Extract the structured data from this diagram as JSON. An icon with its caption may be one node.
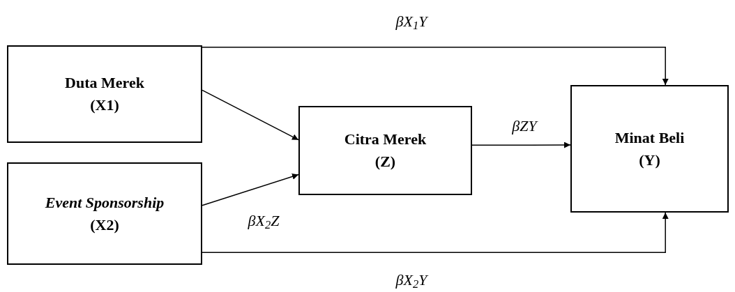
{
  "diagram": {
    "nodes": [
      {
        "text": [
          "Duta Merek",
          "(X1)"
        ]
      },
      {
        "text": [
          "*Event Sponsorship*",
          "(X2)"
        ]
      },
      {
        "text": [
          "Citra Merek",
          "(Z)"
        ]
      },
      {
        "text": [
          "Minat Beli",
          "(Y)"
        ]
      }
    ],
    "edges": [
      {
        "from": 0,
        "to": 3,
        "arrow": "to",
        "label": "βX$_{1}$Y"
      },
      {
        "from": 0,
        "to": 2,
        "arrow": "to"
      },
      {
        "from": 1,
        "to": 2,
        "arrow": "to",
        "label": "βX$_{2}$Z"
      },
      {
        "from": 2,
        "to": 3,
        "arrow": "to",
        "label": "βZY"
      },
      {
        "from": 1,
        "to": 3,
        "arrow": "to",
        "label": "βX$_{2}$Y"
      }
    ]
  }
}
